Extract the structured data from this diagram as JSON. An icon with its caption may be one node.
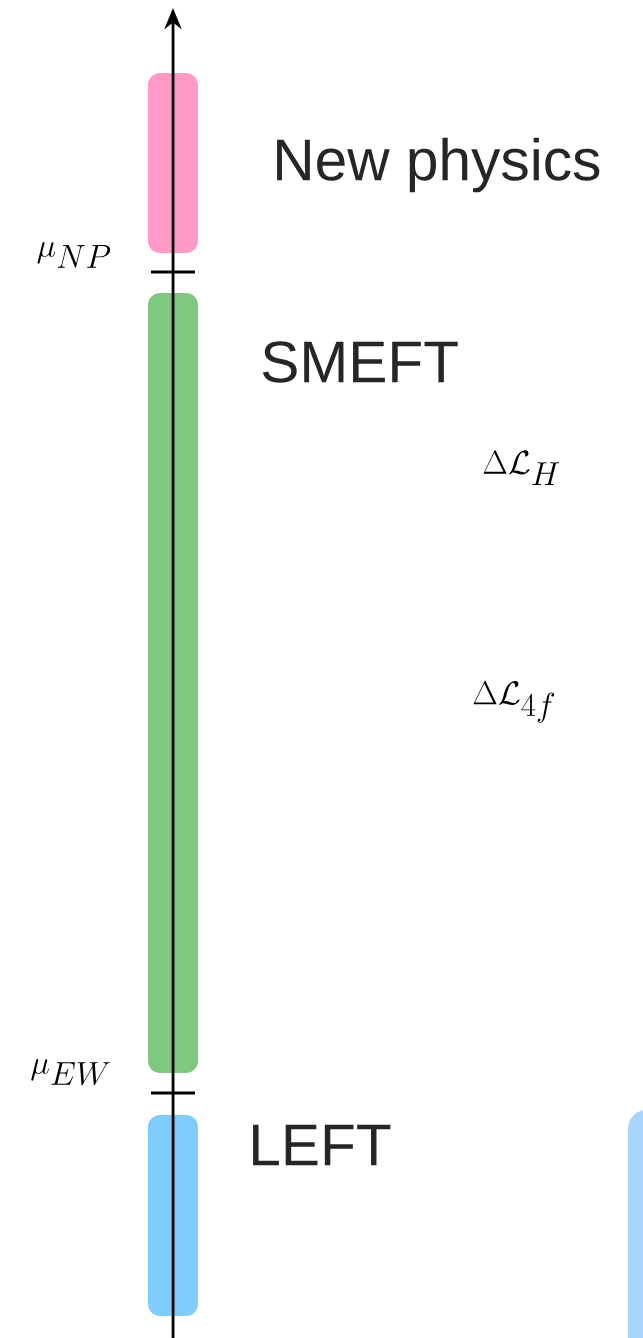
{
  "diagram": {
    "nodes": [
      {
        "text": [],
        "shape": "bar",
        "beside": [
          "New physics"
        ]
      },
      {
        "text": [],
        "shape": "bar",
        "beside": [
          "SMEFT"
        ]
      },
      {
        "text": [],
        "shape": "bar",
        "beside": [
          "LEFT"
        ]
      },
      {
        "text": [],
        "shape": "box"
      }
    ],
    "labels": [
      "\\mu_{NP}",
      "\\mu_{EW}",
      "\\Delta\\mathcal{L}_H",
      "\\Delta\\mathcal{L}_{4f}"
    ]
  }
}
